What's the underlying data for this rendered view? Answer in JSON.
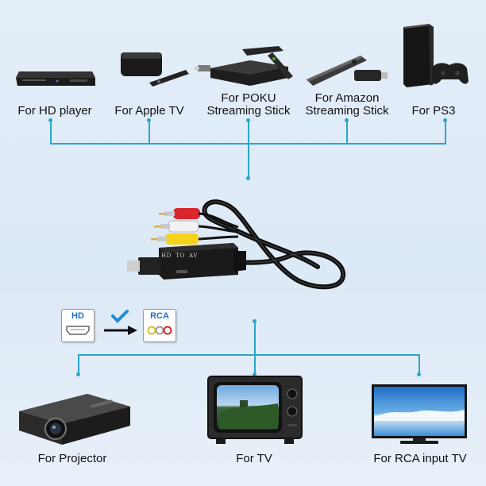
{
  "top_devices": [
    {
      "label": "For HD player",
      "icon": "hd-player-icon"
    },
    {
      "label": "For Apple TV",
      "icon": "apple-tv-icon"
    },
    {
      "label_line1": "For POKU",
      "label_line2": "Streaming Stick",
      "icon": "poku-stick-icon"
    },
    {
      "label_line1": "For Amazon",
      "label_line2": "Streaming Stick",
      "icon": "amazon-stick-icon"
    },
    {
      "label": "For PS3",
      "icon": "ps3-console-icon"
    }
  ],
  "converter": {
    "body_text": "HD  TO  AV",
    "cable_colors": [
      "#d8262c",
      "#f2f2f2",
      "#f7d21a"
    ]
  },
  "conversion": {
    "from_badge": "HD",
    "to_badge": "RCA",
    "check_color": "#1d8fcf"
  },
  "bottom_devices": [
    {
      "label": "For Projector",
      "icon": "projector-icon"
    },
    {
      "label": "For TV",
      "icon": "crt-tv-icon"
    },
    {
      "label": "For RCA input TV",
      "icon": "flat-tv-icon"
    }
  ],
  "colors": {
    "connector_line": "#2aa6c9",
    "background": "#e4eef9"
  }
}
